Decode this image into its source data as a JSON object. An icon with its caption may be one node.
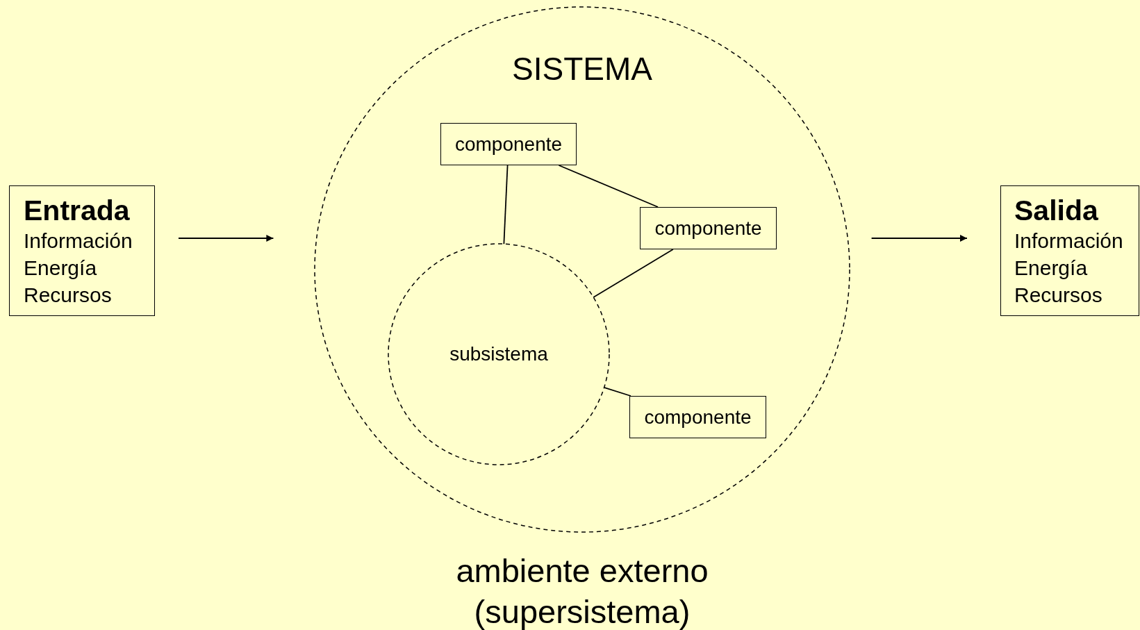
{
  "diagram": {
    "nodes": [
      {
        "text": [
          "Entrada",
          "Información",
          "Energía",
          "Recursos"
        ]
      },
      {
        "text": [
          "SISTEMA"
        ]
      },
      {
        "text": [
          "componente"
        ],
        "in": 1
      },
      {
        "text": [
          "componente"
        ],
        "in": 1
      },
      {
        "text": [
          "subsistema"
        ],
        "in": 1
      },
      {
        "text": [
          "componente"
        ],
        "in": 1
      },
      {
        "text": [
          "Salida",
          "Información",
          "Energía",
          "Recursos"
        ]
      }
    ],
    "edges": [
      {
        "from": 0,
        "to": 1,
        "arrow": "to"
      },
      {
        "from": 2,
        "to": 3,
        "arrow": "none"
      },
      {
        "from": 2,
        "to": 4,
        "arrow": "none"
      },
      {
        "from": 3,
        "to": 4,
        "arrow": "none"
      },
      {
        "from": 5,
        "to": 4,
        "arrow": "none"
      },
      {
        "from": 1,
        "to": 6,
        "arrow": "to"
      }
    ],
    "labels": [
      "ambiente externo (supersistema)"
    ]
  }
}
